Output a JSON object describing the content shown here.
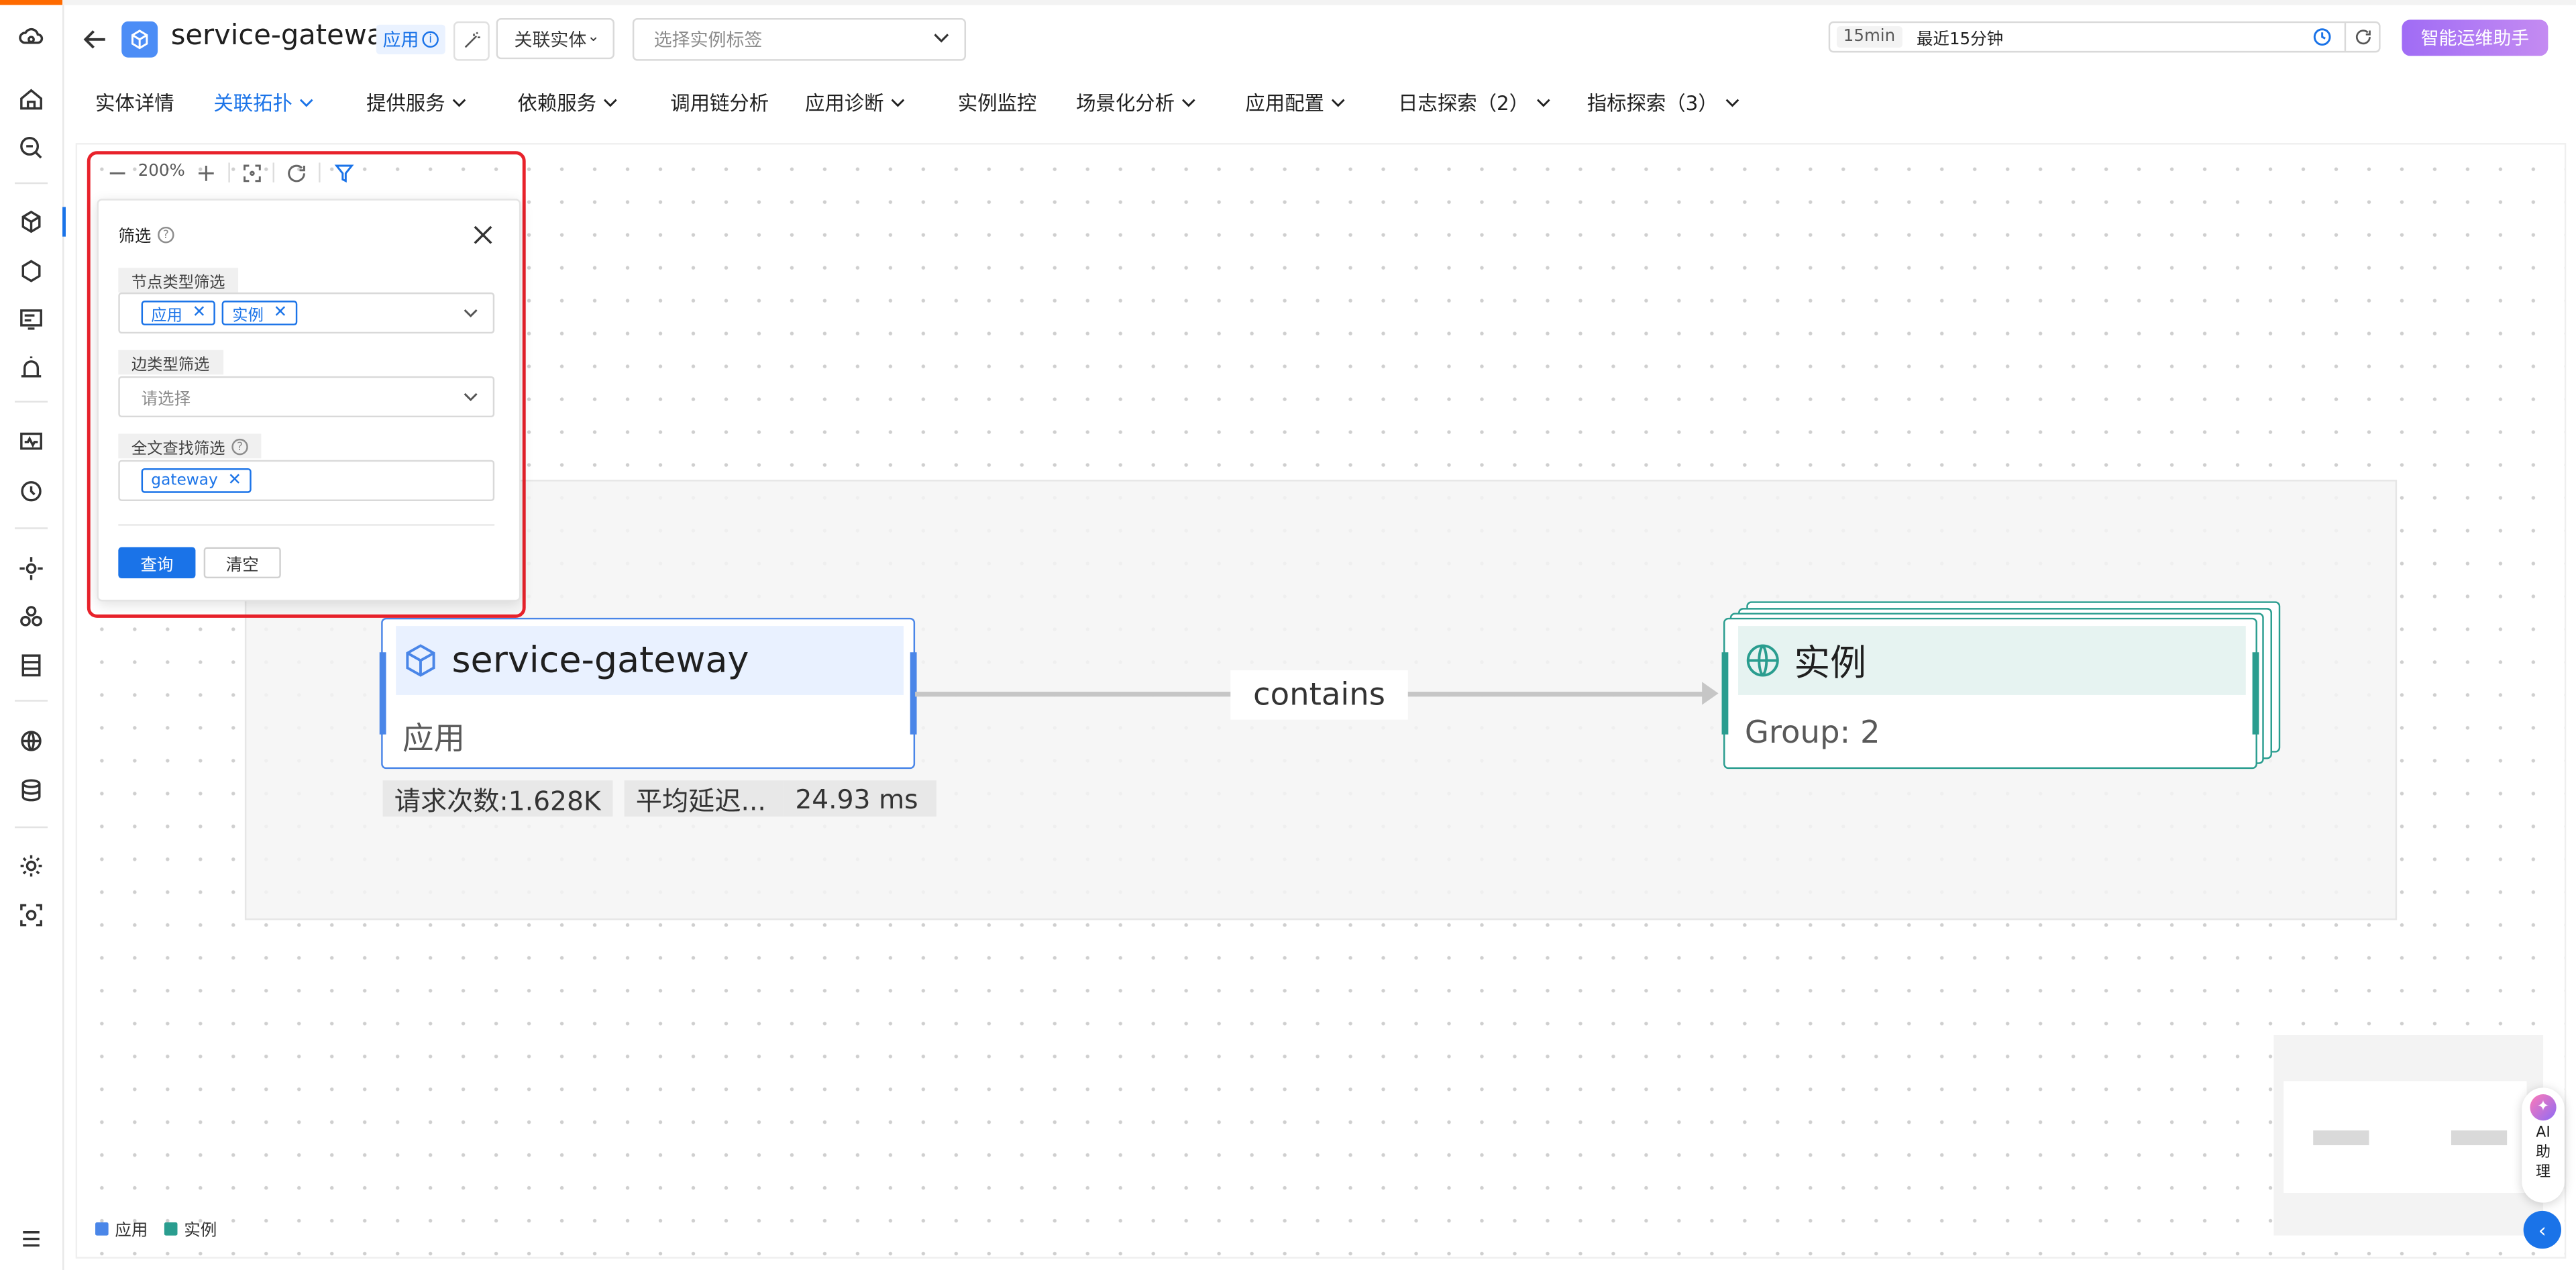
{
  "header": {
    "title": "service-gateway",
    "type_tag": "应用",
    "relation_select": "关联实体",
    "tag_select_placeholder": "选择实例标签",
    "time_chip": "15min",
    "time_text": "最近15分钟",
    "ai_button": "智能运维助手"
  },
  "tabs": [
    {
      "label": "实体详情",
      "dropdown": false
    },
    {
      "label": "关联拓扑",
      "dropdown": true,
      "active": true
    },
    {
      "label": "提供服务",
      "dropdown": true
    },
    {
      "label": "依赖服务",
      "dropdown": true
    },
    {
      "label": "调用链分析",
      "dropdown": false
    },
    {
      "label": "应用诊断",
      "dropdown": true
    },
    {
      "label": "实例监控",
      "dropdown": false
    },
    {
      "label": "场景化分析",
      "dropdown": true
    },
    {
      "label": "应用配置",
      "dropdown": true
    },
    {
      "label": "日志探索（2）",
      "dropdown": true
    },
    {
      "label": "指标探索（3）",
      "dropdown": true
    }
  ],
  "toolbar": {
    "zoom": "200%"
  },
  "filter_panel": {
    "title": "筛选",
    "node_type_label": "节点类型筛选",
    "node_type_values": [
      "应用",
      "实例"
    ],
    "edge_type_label": "边类型筛选",
    "edge_type_placeholder": "请选择",
    "fulltext_label": "全文查找筛选",
    "fulltext_values": [
      "gateway"
    ],
    "query_button": "查询",
    "clear_button": "清空"
  },
  "topology": {
    "app_node": {
      "name": "service-gateway",
      "type": "应用"
    },
    "metrics": [
      "请求次数:1.628K",
      "平均延迟...",
      "24.93 ms"
    ],
    "edge_label": "contains",
    "instance_node": {
      "name": "实例",
      "group": "Group: 2"
    }
  },
  "legend": [
    {
      "label": "应用",
      "color": "#4a86e8"
    },
    {
      "label": "实例",
      "color": "#2a9d8f"
    }
  ],
  "ai_helper": "AI助理",
  "colors": {
    "accent": "#1a73e8",
    "app": "#4a86e8",
    "instance": "#2a9d8f",
    "highlight": "#e8222b",
    "brand": "#ff6a00"
  }
}
